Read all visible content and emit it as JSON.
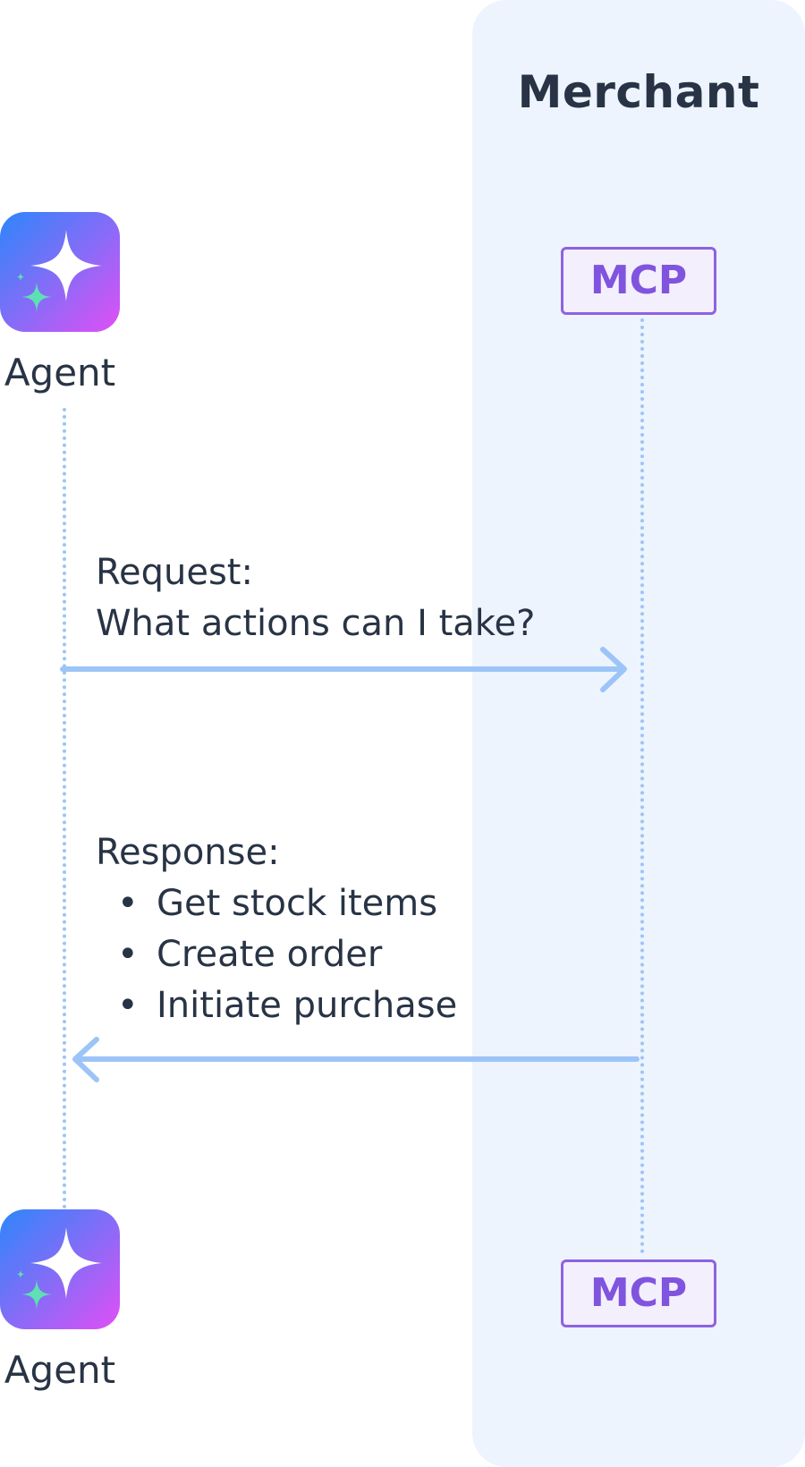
{
  "merchant": {
    "title": "Merchant"
  },
  "participants": {
    "agent_top_label": "Agent",
    "agent_bottom_label": "Agent",
    "mcp_top_label": "MCP",
    "mcp_bottom_label": "MCP",
    "agent_icon": "sparkle-icon"
  },
  "request": {
    "label": "Request:",
    "text": "What actions can I take?"
  },
  "response": {
    "label": "Response:",
    "bullet": "•",
    "items": [
      "Get stock items",
      "Create order",
      "Initiate purchase"
    ]
  },
  "colors": {
    "panel_bg": "#edf4fe",
    "lifeline": "#9cc4f7",
    "arrow": "#9cc4f7",
    "mcp_border": "#8e62e0",
    "mcp_text": "#8054de",
    "text": "#283445",
    "icon_gradient_start": "#2d86fb",
    "icon_gradient_end": "#e14ff5",
    "sparkle_accent": "#5ee0b3"
  }
}
